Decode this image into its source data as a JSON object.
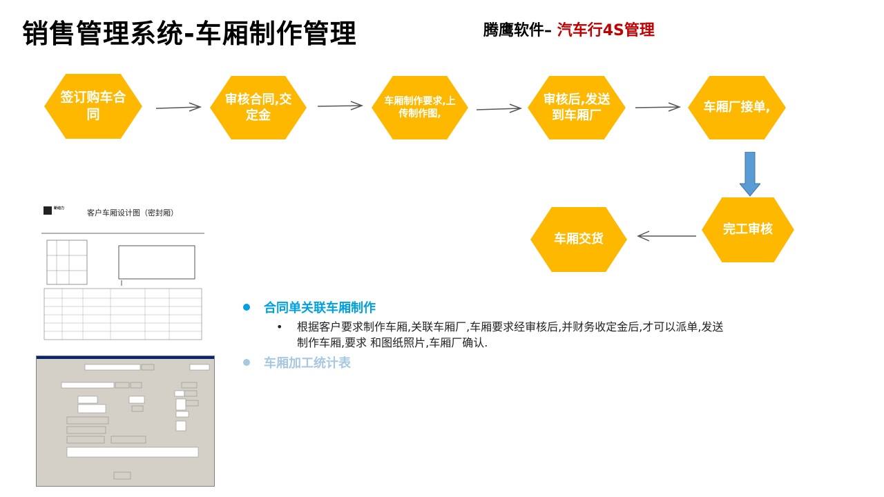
{
  "header": {
    "title": "销售管理系统-车厢制作管理",
    "brand_prefix": "腾鹰软件–",
    "brand_accent": "汽车行4S管理"
  },
  "colors": {
    "node": "#ffb800",
    "accent_red": "#c00000",
    "bullet_active": "#00a0e0",
    "bullet_inactive": "#a8c8e0",
    "arrow_blue": "#5b9bd5"
  },
  "flow": {
    "steps": [
      {
        "label": "签订购车合同"
      },
      {
        "label": "审核合同,交定金"
      },
      {
        "label": "车厢制作要求,上传制作图,"
      },
      {
        "label": "审核后,发送到车厢厂"
      },
      {
        "label": "车厢厂接单,"
      },
      {
        "label": "完工审核"
      },
      {
        "label": "车厢交货"
      }
    ]
  },
  "doc_design": {
    "title": "客户车厢设计图（密封厢）",
    "logo_text": "新动力"
  },
  "content": {
    "bullet1_title": "合同单关联车厢制作",
    "bullet1_text": "根据客户要求制作车厢,关联车厢厂,车厢要求经审核后,并财务收定金后,才可以派单,发送制作车厢,要求 和图纸照片,车厢厂确认.",
    "sub_bullet": "•",
    "bullet2_title": "车厢加工统计表"
  }
}
